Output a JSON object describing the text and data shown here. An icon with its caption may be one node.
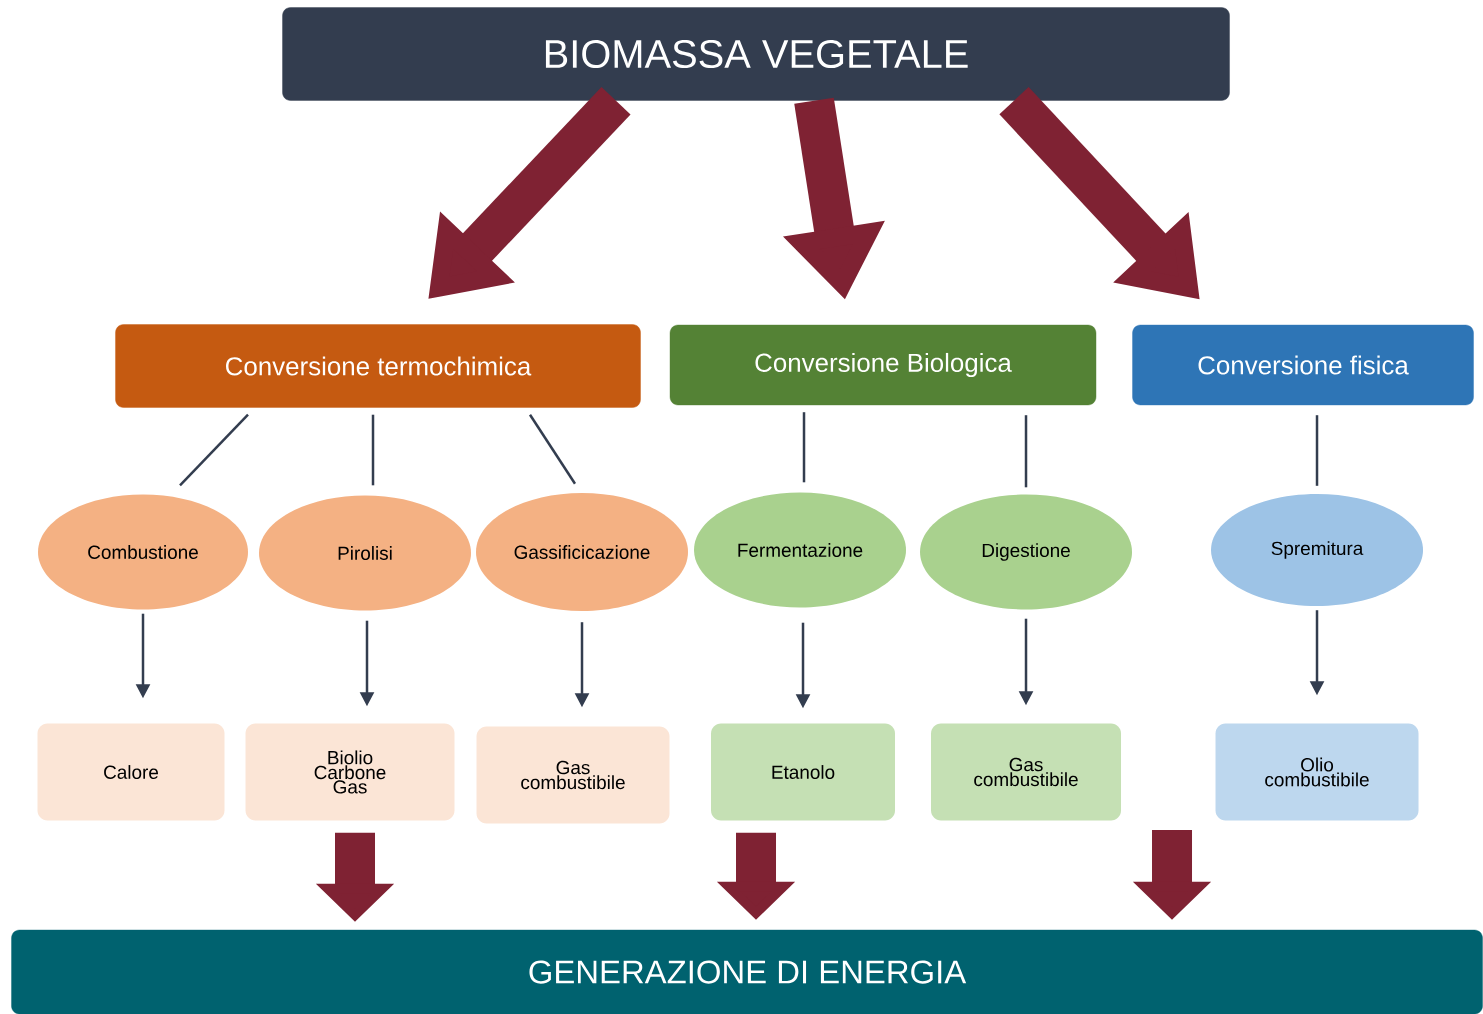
{
  "diagram": {
    "nodes": [
      {
        "text": [
          "BIOMASSA VEGETALE"
        ]
      },
      {
        "text": [
          "Conversione termochimica"
        ]
      },
      {
        "text": [
          "Conversione Biologica"
        ]
      },
      {
        "text": [
          "Conversione fisica"
        ]
      },
      {
        "text": [
          "Combustione"
        ]
      },
      {
        "text": [
          "Pirolisi"
        ]
      },
      {
        "text": [
          "Gassificicazione"
        ]
      },
      {
        "text": [
          "Fermentazione"
        ]
      },
      {
        "text": [
          "Digestione"
        ]
      },
      {
        "text": [
          "Spremitura"
        ]
      },
      {
        "text": [
          "Calore"
        ]
      },
      {
        "text": [
          "Biolio Carbone Gas"
        ]
      },
      {
        "text": [
          "Gas combustibile"
        ]
      },
      {
        "text": [
          "Etanolo"
        ]
      },
      {
        "text": [
          "Gas combustibile"
        ]
      },
      {
        "text": [
          "Olio combustibile"
        ]
      },
      {
        "text": [
          "GENERAZIONE DI ENERGIA"
        ]
      }
    ],
    "edges": [
      {
        "from": 0,
        "to": 1,
        "arrow": "to",
        "style": "thick",
        "color": "#7f2233"
      },
      {
        "from": 0,
        "to": 2,
        "arrow": "to",
        "style": "thick",
        "color": "#7f2233"
      },
      {
        "from": 0,
        "to": 3,
        "arrow": "to",
        "style": "thick",
        "color": "#7f2233"
      },
      {
        "from": 1,
        "to": 4,
        "arrow": "none"
      },
      {
        "from": 1,
        "to": 5,
        "arrow": "none"
      },
      {
        "from": 1,
        "to": 6,
        "arrow": "none"
      },
      {
        "from": 2,
        "to": 7,
        "arrow": "none"
      },
      {
        "from": 2,
        "to": 8,
        "arrow": "none"
      },
      {
        "from": 3,
        "to": 9,
        "arrow": "none"
      },
      {
        "from": 4,
        "to": 10,
        "arrow": "to"
      },
      {
        "from": 5,
        "to": 11,
        "arrow": "to"
      },
      {
        "from": 6,
        "to": 12,
        "arrow": "to"
      },
      {
        "from": 7,
        "to": 13,
        "arrow": "to"
      },
      {
        "from": 8,
        "to": 14,
        "arrow": "to"
      },
      {
        "from": 9,
        "to": 15,
        "arrow": "to"
      },
      {
        "from": 11,
        "to": 16,
        "arrow": "to",
        "style": "thick",
        "color": "#7f2233"
      },
      {
        "from": 13,
        "to": 16,
        "arrow": "to",
        "style": "thick",
        "color": "#7f2233"
      },
      {
        "from": null,
        "to": 16,
        "arrow": "to",
        "style": "thick",
        "color": "#7f2233"
      }
    ]
  }
}
